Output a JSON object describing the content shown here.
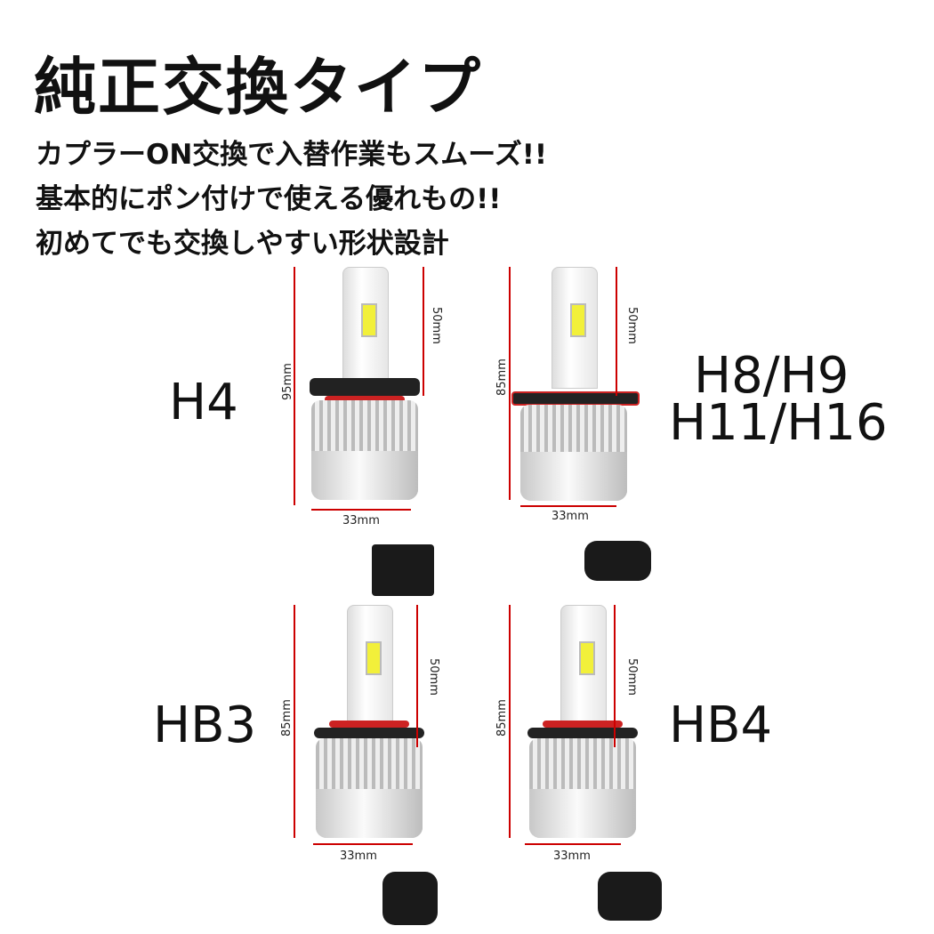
{
  "title": "純正交換タイプ",
  "lines": [
    "カプラーON交換で入替作業もスムーズ!!",
    "基本的にポン付けで使える優れもの!!",
    "初めてでも交換しやすい形状設計"
  ],
  "bulbs": [
    {
      "label": "H4",
      "total": "95mm",
      "top": "50mm",
      "width": "33mm"
    },
    {
      "label1": "H8/H9",
      "label2": "H11/H16",
      "total": "85mm",
      "top": "50mm",
      "width": "33mm"
    },
    {
      "label": "HB3",
      "total": "85mm",
      "top": "50mm",
      "width": "33mm"
    },
    {
      "label": "HB4",
      "total": "85mm",
      "top": "50mm",
      "width": "33mm"
    }
  ]
}
